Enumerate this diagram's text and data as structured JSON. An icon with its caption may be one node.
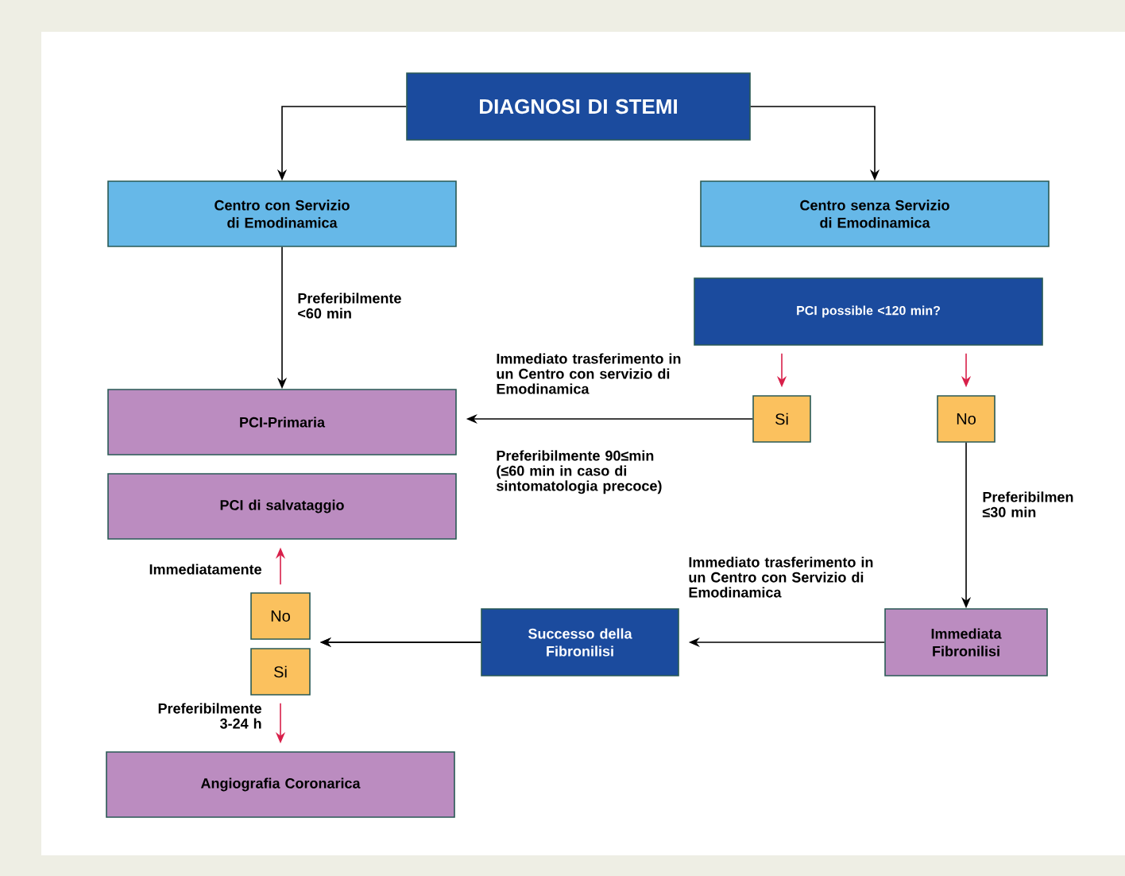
{
  "diagram": {
    "nodes": [
      {
        "text": [
          "DIAGNOSI DI STEMI"
        ]
      },
      {
        "text": [
          "Centro con Servizio di Emodinamica"
        ]
      },
      {
        "text": [
          "Centro senza Servizio di Emodinamica"
        ]
      },
      {
        "text": [
          "PCI possible <120 min?"
        ]
      },
      {
        "text": [
          "Si"
        ]
      },
      {
        "text": [
          "No"
        ]
      },
      {
        "text": [
          "PCI-Primaria"
        ]
      },
      {
        "text": [
          "PCI di salvataggio"
        ]
      },
      {
        "text": [
          "No"
        ]
      },
      {
        "text": [
          "Si"
        ]
      },
      {
        "text": [
          "Successo della Fibronilisi"
        ]
      },
      {
        "text": [
          "Immediata Fibronilisi"
        ]
      },
      {
        "text": [
          "Angiografia Coronarica"
        ]
      }
    ],
    "edges": [
      {
        "from": 0,
        "to": 1,
        "arrow": "to"
      },
      {
        "from": 0,
        "to": 2,
        "arrow": "to"
      },
      {
        "from": 1,
        "to": 6,
        "arrow": "to",
        "label": "Preferibilmente <60 min"
      },
      {
        "from": 3,
        "to": 4,
        "arrow": "to",
        "color": "#d8204a"
      },
      {
        "from": 3,
        "to": 5,
        "arrow": "to",
        "color": "#d8204a"
      },
      {
        "from": 4,
        "to": 6,
        "arrow": "to",
        "label": "Immediato trasferimento in un Centro con servizio di Emodinamica"
      },
      {
        "from": 5,
        "to": 11,
        "arrow": "to",
        "label": "Preferibilmen ≤30 min"
      },
      {
        "from": 11,
        "to": 10,
        "arrow": "to",
        "label": "Immediato trasferimento in un Centro con Servizio di Emodinamica"
      },
      {
        "from": 10,
        "to": 8,
        "arrow": "to"
      },
      {
        "from": 10,
        "to": 9,
        "arrow": "to"
      },
      {
        "from": 8,
        "to": 7,
        "arrow": "to",
        "color": "#d8204a",
        "label": "Immediatamente"
      },
      {
        "from": 9,
        "to": 12,
        "arrow": "to",
        "color": "#d8204a",
        "label": "Preferibilmente 3-24 h"
      }
    ],
    "labels": [
      "Preferibilmente 90≤min (≤60 min in caso di sintomatologia precoce)"
    ]
  }
}
